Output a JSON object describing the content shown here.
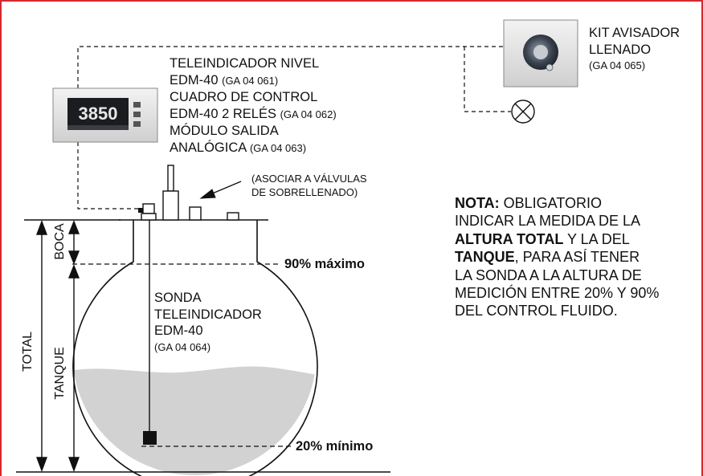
{
  "teleindicador": {
    "l1": "TELEINDICADOR NIVEL",
    "l2_main": "EDM-40",
    "l2_code": "(GA 04 061)",
    "l3": "CUADRO DE CONTROL",
    "l4_main": "EDM-40 2 RELÉS",
    "l4_code": "(GA 04 062)",
    "l5": "MÓDULO SALIDA",
    "l6_main": "ANALÓGICA",
    "l6_code": "(GA 04 063)"
  },
  "display_readout": "3850",
  "kit": {
    "l1": "KIT AVISADOR",
    "l2": "LLENADO",
    "l3": "(GA 04 065)"
  },
  "asociar": {
    "l1": "(ASOCIAR A VÁLVULAS",
    "l2": "DE SOBRELLENADO)"
  },
  "sonda": {
    "l1": "SONDA",
    "l2": "TELEINDICADOR",
    "l3": "EDM-40",
    "l4": "(GA 04 064)"
  },
  "levels": {
    "max": "90% máximo",
    "min": "20% mínimo"
  },
  "dimensions": {
    "boca": "BOCA",
    "total": "TOTAL",
    "tanque": "TANQUE"
  },
  "note": {
    "l1_bold": "NOTA:",
    "l1_rest": " OBLIGATORIO",
    "l2": "INDICAR LA MEDIDA DE LA",
    "l3_bold": "ALTURA TOTAL",
    "l3_rest": " Y LA DEL",
    "l4_bold": "TANQUE",
    "l4_rest": ", PARA ASÍ TENER",
    "l5": "LA SONDA A LA ALTURA DE",
    "l6": "MEDICIÓN ENTRE 20% Y 90%",
    "l7": "DEL CONTROL FLUIDO."
  },
  "colors": {
    "frame": "#d7282f",
    "liquid": "#d2d2d2",
    "line": "#111111"
  }
}
